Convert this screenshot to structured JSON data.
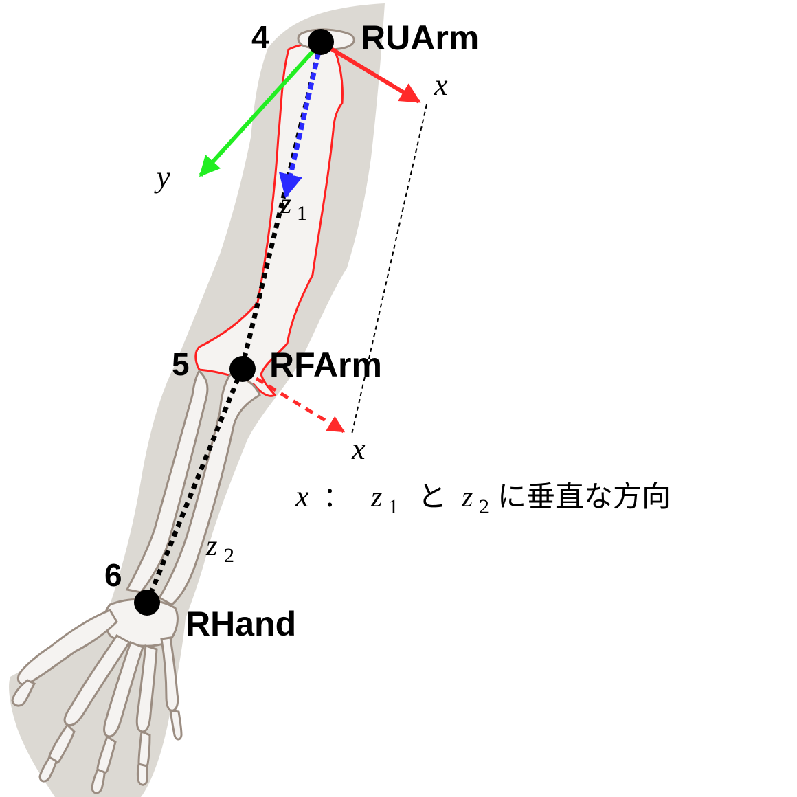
{
  "joints": [
    {
      "index": "4",
      "name": "RUArm"
    },
    {
      "index": "5",
      "name": "RFArm"
    },
    {
      "index": "6",
      "name": "RHand"
    }
  ],
  "axes": {
    "x": "x",
    "y": "y",
    "x2": "x",
    "z1": {
      "base": "z",
      "sub": "1"
    },
    "z2": {
      "base": "z",
      "sub": "2"
    }
  },
  "note": {
    "var": "x",
    "colon": "：",
    "z1": {
      "base": "z",
      "sub": "1"
    },
    "and": "と",
    "z2": {
      "base": "z",
      "sub": "2"
    },
    "text": "に垂直な方向"
  },
  "colors": {
    "x_axis": "#ff2a2a",
    "y_axis": "#22ee22",
    "z_axis": "#2a2aff",
    "bone_outline": "#9b8d82",
    "humerus_outline": "#ff2020",
    "skin": "#dcd9d3",
    "bone_fill": "#f5f3f1",
    "joint": "#000000"
  }
}
